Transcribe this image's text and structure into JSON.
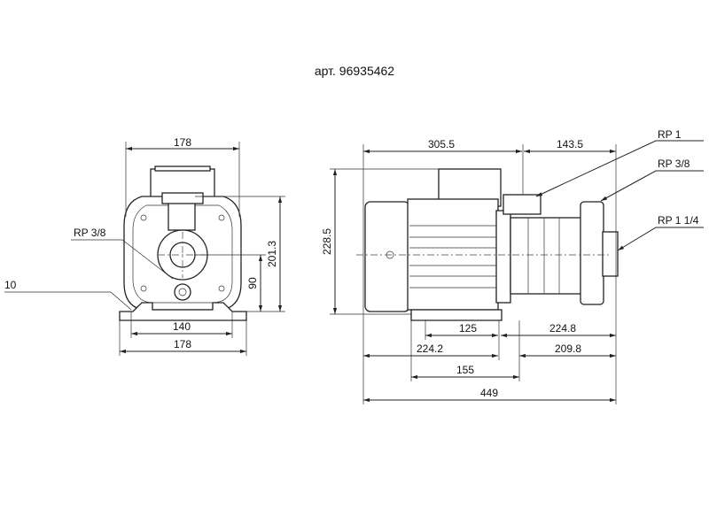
{
  "title": "арт. 96935462",
  "front_view": {
    "dims": {
      "width_top": "178",
      "height_outlet": "201.3",
      "height_axis": "90",
      "foot_holes": "140",
      "foot_width": "178"
    },
    "labels": {
      "drain_port": "RP 3/8",
      "foot_thickness": "10"
    }
  },
  "side_view": {
    "dims": {
      "motor_length": "305.5",
      "pump_length": "143.5",
      "total_height": "228.5",
      "foot_holes": "125",
      "to_outlet_a": "224.8",
      "to_foot": "224.2",
      "to_outlet_b": "209.8",
      "foot_length": "155",
      "total_length": "449"
    },
    "labels": {
      "outlet_port": "RP 1",
      "vent_port": "RP 3/8",
      "inlet_port": "RP 1 1/4"
    }
  }
}
